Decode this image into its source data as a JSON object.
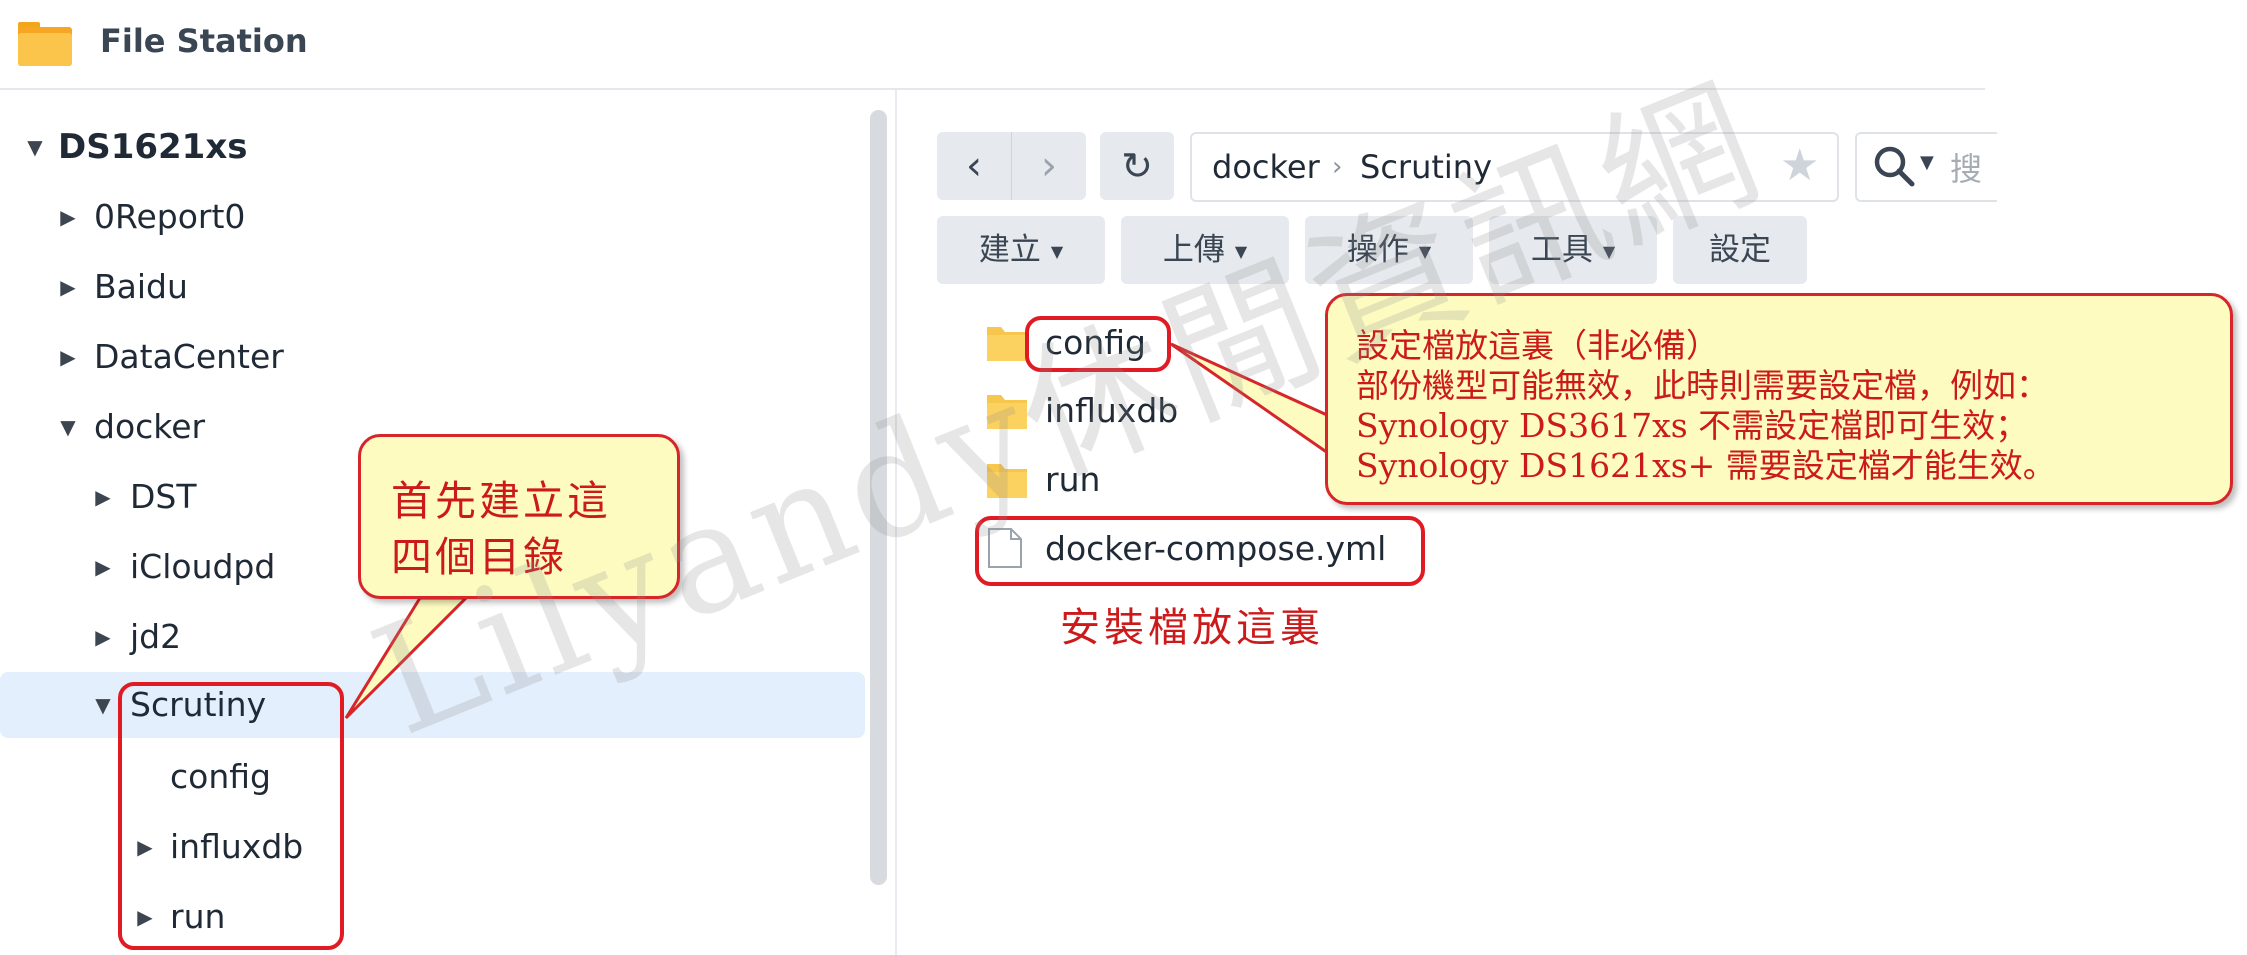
{
  "app": {
    "title": "File Station",
    "icon": "folder-icon"
  },
  "tree": {
    "root": "DS1621xs",
    "items": [
      {
        "label": "0Report0"
      },
      {
        "label": "Baidu"
      },
      {
        "label": "DataCenter"
      },
      {
        "label": "docker"
      },
      {
        "label": "DST"
      },
      {
        "label": "iCloudpd"
      },
      {
        "label": "jd2"
      },
      {
        "label": "Scrutiny"
      },
      {
        "label": "config"
      },
      {
        "label": "influxdb"
      },
      {
        "label": "run"
      }
    ]
  },
  "toolbar": {
    "path": [
      "docker",
      "Scrutiny"
    ],
    "search_placeholder": "搜",
    "menu": [
      "建立",
      "上傳",
      "操作",
      "工具",
      "設定"
    ]
  },
  "files": [
    {
      "name": "config",
      "type": "folder"
    },
    {
      "name": "influxdb",
      "type": "folder"
    },
    {
      "name": "run",
      "type": "folder"
    },
    {
      "name": "docker-compose.yml",
      "type": "file"
    }
  ],
  "annotations": {
    "left_callout": [
      "首先建立這",
      "四個目錄"
    ],
    "right_callout": [
      "設定檔放這裏（非必備）",
      "部份機型可能無效，此時則需要設定檔，例如：",
      "Synology DS3617xs 不需設定檔即可生效；",
      "Synology DS1621xs+ 需要設定檔才能生效。"
    ],
    "install_note": "安裝檔放這裏",
    "watermark": "Lilyandy休閒資訊網"
  },
  "colors": {
    "accent_red": "#e01b24",
    "callout_bg": "#fdfbc0",
    "folder": "#f7c64d",
    "selected_row": "#e3effc"
  }
}
